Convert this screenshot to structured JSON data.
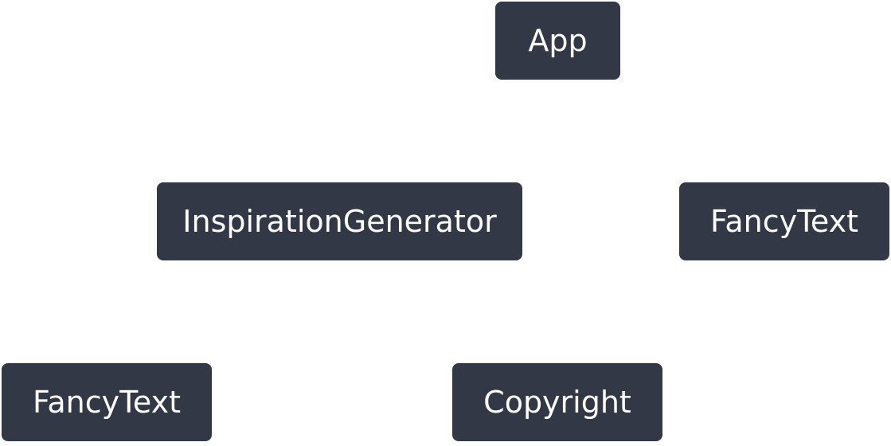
{
  "colors": {
    "background": "#ffffff",
    "node_fill": "#323846",
    "node_text": "#ffffff"
  },
  "nodes": {
    "app": {
      "label": "App"
    },
    "inspiration_generator": {
      "label": "InspirationGenerator"
    },
    "fancy_text_right": {
      "label": "FancyText"
    },
    "fancy_text_left": {
      "label": "FancyText"
    },
    "copyright": {
      "label": "Copyright"
    }
  }
}
